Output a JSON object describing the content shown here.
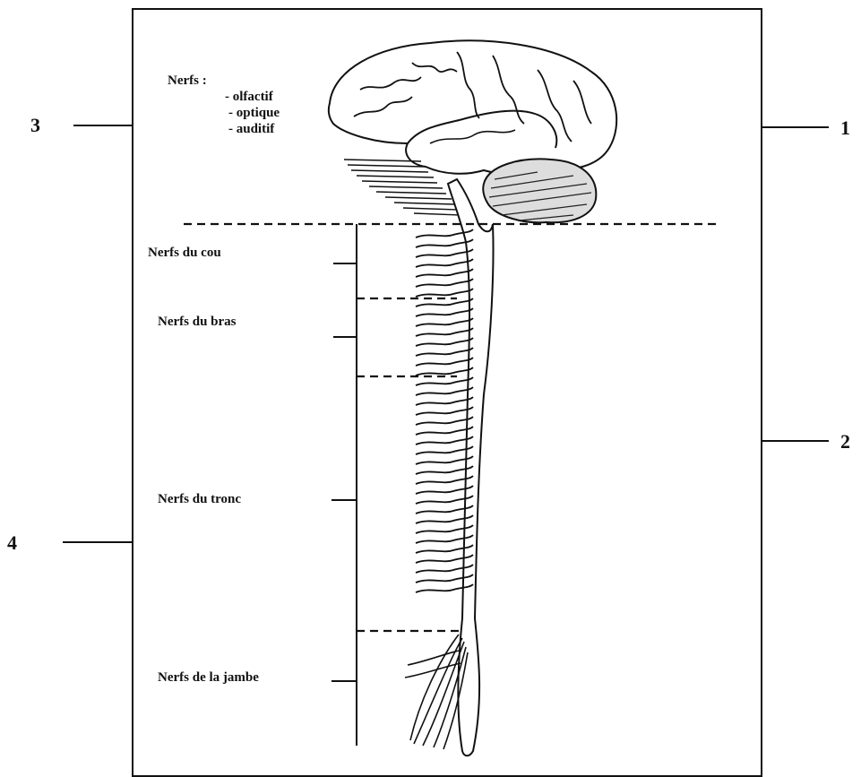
{
  "diagram": {
    "cranial_nerves": {
      "heading": "Nerfs :",
      "items": [
        "- olfactif",
        "- optique",
        "- auditif"
      ]
    },
    "regions": {
      "neck": "Nerfs du cou",
      "arm": "Nerfs du bras",
      "trunk": "Nerfs du tronc",
      "leg": "Nerfs de la jambe"
    },
    "callouts": {
      "one": "1",
      "two": "2",
      "three": "3",
      "four": "4"
    }
  }
}
